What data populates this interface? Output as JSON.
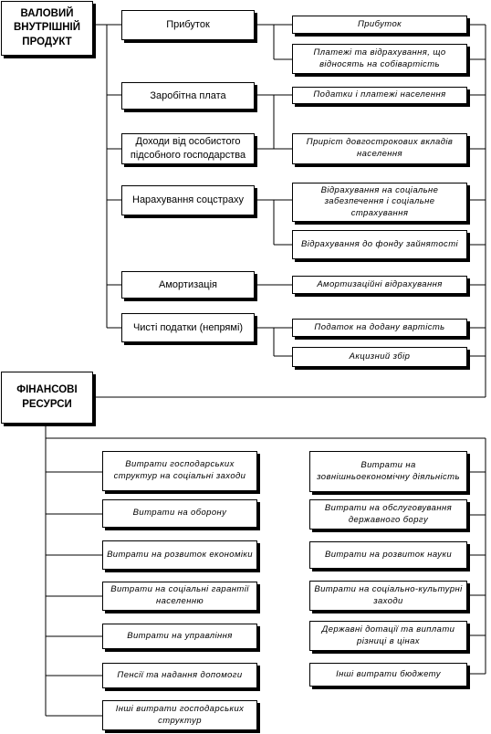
{
  "gdp": {
    "title": "ВАЛОВИЙ ВНУТРІШНІЙ ПРОДУКТ"
  },
  "sources": [
    "Прибуток",
    "Заробітна плата",
    "Доходи від особистого підсобного господарства",
    "Нарахування соцстраху",
    "Амортизація",
    "Чисті податки (непрямі)"
  ],
  "revenues": [
    "Прибуток",
    "Платежі та відрахування, що відносять на собівартість",
    "Податки і платежі населення",
    "Приріст довгострокових вкладів населення",
    "Відрахування на соціальне забезпечення і соціальне страхування",
    "Відрахування до фонду зайнятості",
    "Амортизаційні відрахування",
    "Податок на додану вартість",
    "Акцизний збір"
  ],
  "resources": {
    "title": "ФІНАНСОВІ РЕСУРСИ"
  },
  "expenses_left": [
    "Витрати господарських структур на соціальні заходи",
    "Витрати на оборону",
    "Витрати на розвиток економіки",
    "Витрати на соціальні гарантії населенню",
    "Витрати на управління",
    "Пенсії та надання допомоги",
    "Інші витрати господарських структур"
  ],
  "expenses_right": [
    "Витрати на зовнішньоекономічну діяльність",
    "Витрати на обслуговування державного боргу",
    "Витрати на розвиток науки",
    "Витрати на соціально-культурні заходи",
    "Державні дотації та виплати різниці в цінах",
    "Інші витрати бюджету"
  ]
}
